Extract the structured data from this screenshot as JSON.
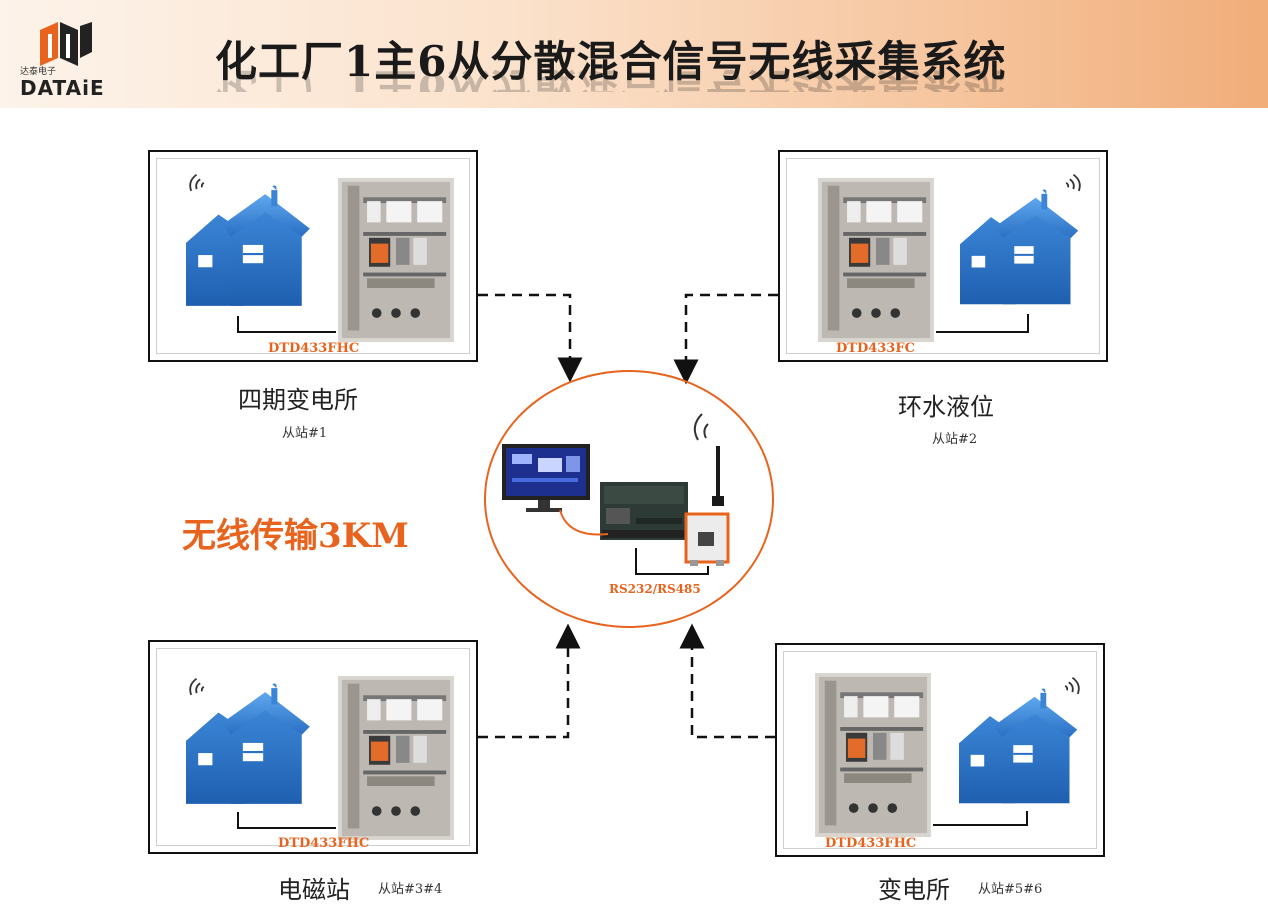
{
  "header": {
    "logo_cn": "达泰电子",
    "logo_en": "DATAiE",
    "title": "化工厂1主6从分散混合信号无线采集系统"
  },
  "stations": [
    {
      "model": "DTD433FHC",
      "name": "四期变电所",
      "sub": "从站#1"
    },
    {
      "model": "DTD433FC",
      "name": "环水液位",
      "sub": "从站#2"
    },
    {
      "model": "DTD433FHC",
      "name": "电磁站",
      "sub": "从站#3#4"
    },
    {
      "model": "DTD433FHC",
      "name": "变电所",
      "sub": "从站#5#6"
    }
  ],
  "center": {
    "wireless_label": "无线传输3KM",
    "interface_label": "RS232/RS485"
  },
  "colors": {
    "accent": "#e8641e",
    "house_blue": "#2f7fd0",
    "header_gradient_end": "#f1ad7a"
  }
}
